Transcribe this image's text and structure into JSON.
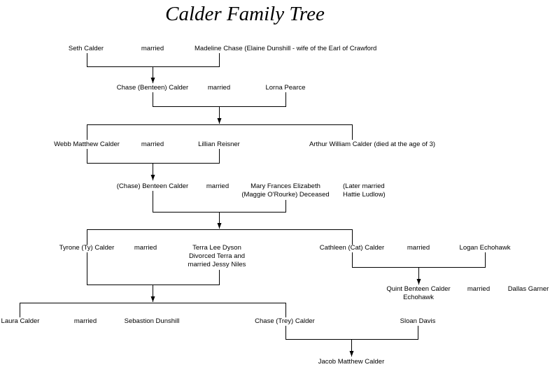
{
  "title": "Calder Family Tree",
  "generations": {
    "g1": {
      "person_a": "Seth Calder",
      "married": "married",
      "person_b": "Madeline Chase (Elaine Dunshill - wife of the Earl of Crawford"
    },
    "g2": {
      "person_a": "Chase (Benteen) Calder",
      "married": "married",
      "person_b": "Lorna Pearce"
    },
    "g3": {
      "person_a": "Webb Matthew Calder",
      "married": "married",
      "person_b": "Lillian Reisner",
      "sibling": "Arthur William Calder (died at the age of 3)"
    },
    "g4": {
      "person_a": "(Chase) Benteen Calder",
      "married": "married",
      "person_b_line1": "Mary Frances Elizabeth",
      "person_b_line2": "(Maggie O'Rourke) Deceased",
      "note_line1": "(Later married",
      "note_line2": "Hattie Ludlow)"
    },
    "g5": {
      "left": {
        "person_a": "Tyrone (Ty) Calder",
        "married": "married",
        "person_b_line1": "Terra Lee Dyson",
        "person_b_line2": "Divorced Terra and",
        "person_b_line3": "married Jessy Niles"
      },
      "right": {
        "person_a": "Cathleen (Cat) Calder",
        "married": "married",
        "person_b": "Logan Echohawk"
      }
    },
    "g6": {
      "person_a_line1": "Quint Benteen Calder",
      "person_a_line2": "Echohawk",
      "married": "married",
      "person_b": "Dallas Garner"
    },
    "g7": {
      "laura": "Laura Calder",
      "laura_married": "married",
      "laura_spouse": "Sebastion Dunshill",
      "trey": "Chase (Trey) Calder",
      "trey_spouse": "Sloan Davis"
    },
    "g8": {
      "person": "Jacob Matthew Calder"
    }
  }
}
